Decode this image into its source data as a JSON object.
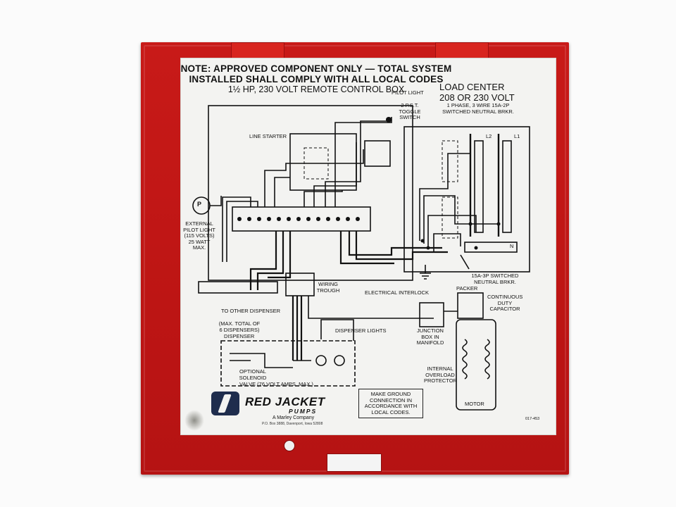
{
  "label": {
    "note_line1": "NOTE: APPROVED COMPONENT ONLY — TOTAL SYSTEM",
    "note_line2": "INSTALLED SHALL COMPLY WITH ALL LOCAL CODES",
    "title": "1½ HP, 230 VOLT REMOTE CONTROL BOX",
    "load_center_1": "LOAD CENTER",
    "load_center_2": "208 OR 230 VOLT",
    "load_center_sub": "1 PHASE, 3 WIRE 15A-2P SWITCHED NEUTRAL BRKR.",
    "pilot_light": "PILOT LIGHT",
    "toggle_switch": "2 P.S.T. TOGGLE SWITCH",
    "line_starter": "LINE STARTER",
    "external_pilot": "EXTERNAL PILOT LIGHT (115 VOLTS) 25 WATT MAX.",
    "l2": "L2",
    "l1": "L1",
    "n": "N",
    "breaker_3p": "15A-3P SWITCHED NEUTRAL BRKR.",
    "wiring_trough": "WIRING TROUGH",
    "electrical_interlock": "ELECTRICAL INTERLOCK",
    "packer": "PACKER",
    "continuous_duty": "CONTINUOUS DUTY CAPACITOR",
    "to_other_dispenser": "TO OTHER DISPENSER",
    "max_dispensers": "(MAX. TOTAL OF 6 DISPENSERS)",
    "dispenser": "DISPENSER",
    "dispenser_lights": "DISPENSER LIGHTS",
    "junction_box": "JUNCTION BOX IN MANIFOLD",
    "optional_solenoid": "OPTIONAL SOLENOID",
    "valve": "VALVE (76 VOLT AMPS. MAX.)",
    "overload": "INTERNAL OVERLOAD PROTECTOR",
    "motor": "MOTOR",
    "ground_note": "MAKE GROUND CONNECTION IN ACCORDANCE WITH LOCAL CODES.",
    "brand": "RED JACKET",
    "brand_sub": "PUMPS",
    "company": "A Marley Company",
    "address": "P.O. Box 3888, Davenport, Iowa 52808",
    "part_no": "017-453",
    "p_symbol": "P"
  },
  "colors": {
    "panel_red": "#c81a18",
    "label_bg": "#f3f3f1",
    "ink": "#111111",
    "logo_navy": "#1f2d4d"
  }
}
